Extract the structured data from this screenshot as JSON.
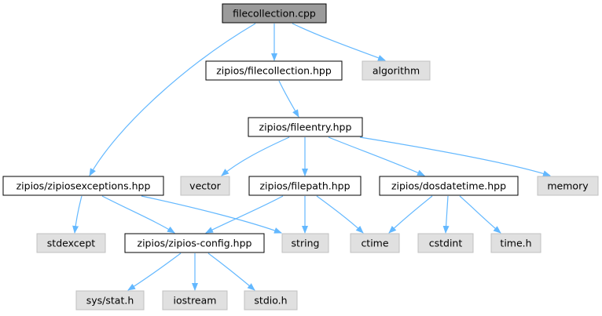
{
  "colors": {
    "root_fill": "#9b9b9b",
    "local_fill": "#ffffff",
    "system_fill": "#e0e0e0",
    "local_stroke": "#000000",
    "system_stroke": "#c0c0c0",
    "edge": "#63b8ff"
  },
  "nodes": [
    {
      "id": "filecollection_cpp",
      "label": "filecollection.cpp",
      "kind": "root"
    },
    {
      "id": "zipios_filecollection_hpp",
      "label": "zipios/filecollection.hpp",
      "kind": "local"
    },
    {
      "id": "algorithm",
      "label": "algorithm",
      "kind": "system"
    },
    {
      "id": "zipios_fileentry_hpp",
      "label": "zipios/fileentry.hpp",
      "kind": "local"
    },
    {
      "id": "zipios_zipiosexceptions_hpp",
      "label": "zipios/zipiosexceptions.hpp",
      "kind": "local"
    },
    {
      "id": "vector",
      "label": "vector",
      "kind": "system"
    },
    {
      "id": "zipios_filepath_hpp",
      "label": "zipios/filepath.hpp",
      "kind": "local"
    },
    {
      "id": "zipios_dosdatetime_hpp",
      "label": "zipios/dosdatetime.hpp",
      "kind": "local"
    },
    {
      "id": "memory",
      "label": "memory",
      "kind": "system"
    },
    {
      "id": "stdexcept",
      "label": "stdexcept",
      "kind": "system"
    },
    {
      "id": "zipios_config_hpp",
      "label": "zipios/zipios-config.hpp",
      "kind": "local"
    },
    {
      "id": "string",
      "label": "string",
      "kind": "system"
    },
    {
      "id": "ctime",
      "label": "ctime",
      "kind": "system"
    },
    {
      "id": "cstdint",
      "label": "cstdint",
      "kind": "system"
    },
    {
      "id": "time_h",
      "label": "time.h",
      "kind": "system"
    },
    {
      "id": "sys_stat_h",
      "label": "sys/stat.h",
      "kind": "system"
    },
    {
      "id": "iostream",
      "label": "iostream",
      "kind": "system"
    },
    {
      "id": "stdio_h",
      "label": "stdio.h",
      "kind": "system"
    }
  ],
  "edges": [
    {
      "from": "filecollection_cpp",
      "to": "zipios_filecollection_hpp"
    },
    {
      "from": "filecollection_cpp",
      "to": "algorithm"
    },
    {
      "from": "filecollection_cpp",
      "to": "zipios_zipiosexceptions_hpp"
    },
    {
      "from": "zipios_filecollection_hpp",
      "to": "zipios_fileentry_hpp"
    },
    {
      "from": "zipios_fileentry_hpp",
      "to": "vector"
    },
    {
      "from": "zipios_fileentry_hpp",
      "to": "zipios_filepath_hpp"
    },
    {
      "from": "zipios_fileentry_hpp",
      "to": "zipios_dosdatetime_hpp"
    },
    {
      "from": "zipios_fileentry_hpp",
      "to": "memory"
    },
    {
      "from": "zipios_zipiosexceptions_hpp",
      "to": "stdexcept"
    },
    {
      "from": "zipios_zipiosexceptions_hpp",
      "to": "zipios_config_hpp"
    },
    {
      "from": "zipios_zipiosexceptions_hpp",
      "to": "string"
    },
    {
      "from": "zipios_filepath_hpp",
      "to": "zipios_config_hpp"
    },
    {
      "from": "zipios_filepath_hpp",
      "to": "string"
    },
    {
      "from": "zipios_filepath_hpp",
      "to": "ctime"
    },
    {
      "from": "zipios_dosdatetime_hpp",
      "to": "ctime"
    },
    {
      "from": "zipios_dosdatetime_hpp",
      "to": "cstdint"
    },
    {
      "from": "zipios_dosdatetime_hpp",
      "to": "time_h"
    },
    {
      "from": "zipios_config_hpp",
      "to": "sys_stat_h"
    },
    {
      "from": "zipios_config_hpp",
      "to": "iostream"
    },
    {
      "from": "zipios_config_hpp",
      "to": "stdio_h"
    }
  ]
}
